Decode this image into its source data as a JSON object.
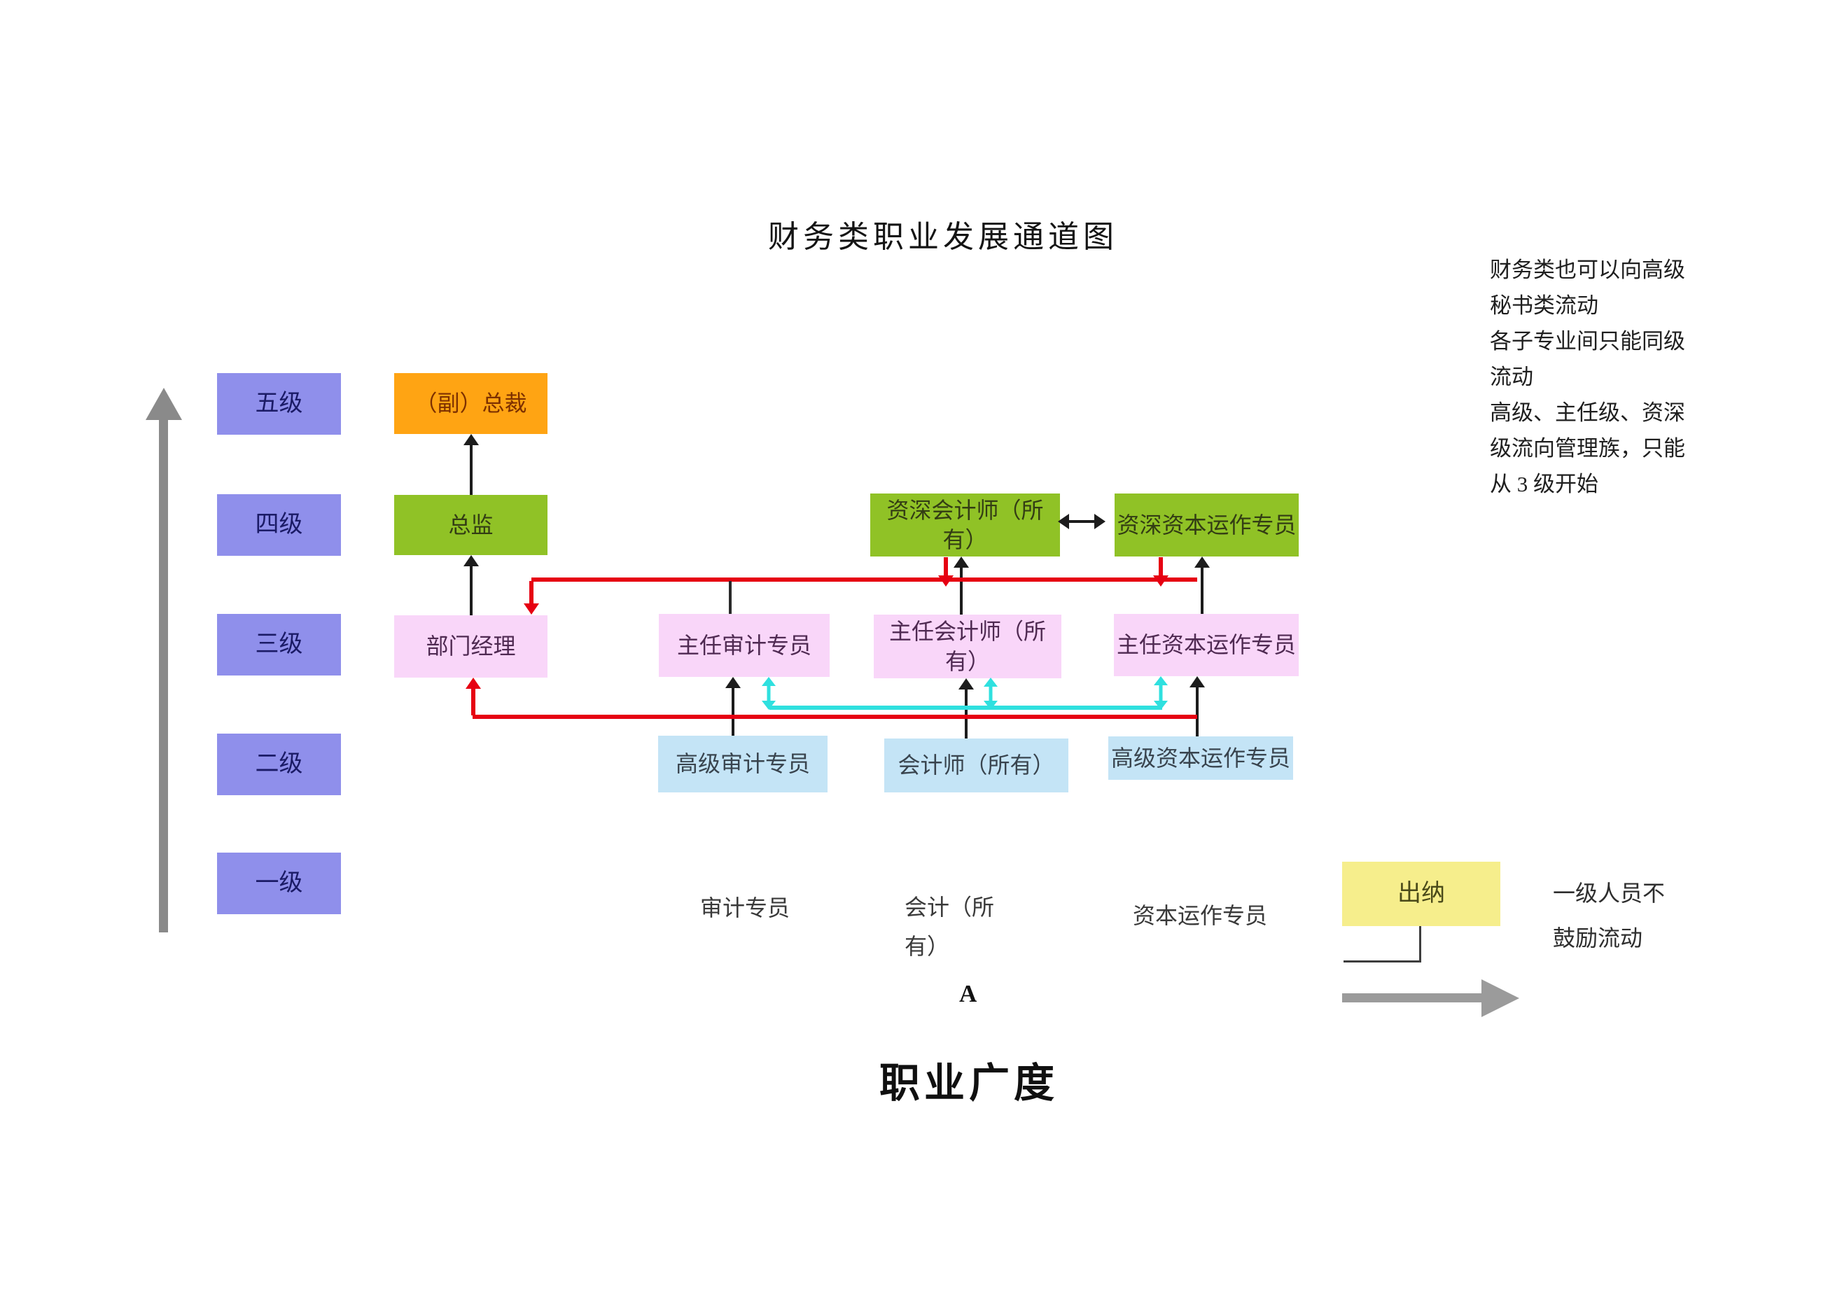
{
  "titles": {
    "main": "财务类职业发展通道图",
    "bottom": "职业广度"
  },
  "side_note": {
    "lines": [
      "财务类也可以向高级",
      "秘书类流动",
      "各子专业间只能同级",
      "流动",
      "高级、主任级、资深",
      "级流向管理族，只能",
      "从 3 级开始"
    ]
  },
  "levels": {
    "l5": "五级",
    "l4": "四级",
    "l3": "三级",
    "l2": "二级",
    "l1": "一级"
  },
  "boxes": {
    "vp": {
      "label": "（副）总裁"
    },
    "director": {
      "label": "总监"
    },
    "dept_manager": {
      "label": "部门经理"
    },
    "chief_auditor": {
      "label": "主任审计专员"
    },
    "chief_accountant": {
      "label": "主任会计师（所有）"
    },
    "chief_capital": {
      "label": "主任资本运作专员"
    },
    "expert_accountant": {
      "label": "资深会计师（所有）"
    },
    "expert_capital": {
      "label": "资深资本运作专员"
    },
    "senior_auditor": {
      "label": "高级审计专员"
    },
    "accountant_all": {
      "label": "会计师（所有）"
    },
    "senior_capital": {
      "label": "高级资本运作专员"
    },
    "cashier": {
      "label": "出纳"
    }
  },
  "floating_labels": {
    "auditor": "审计专员",
    "accountant": "会计（所有）",
    "capital_specialist": "资本运作专员",
    "marker_a": "A"
  },
  "footnote": {
    "lines": [
      "一级人员不",
      "鼓励流动"
    ]
  },
  "colors": {
    "purple": "#8F8FEB",
    "orange": "#FFA413",
    "green": "#90C226",
    "pink": "#F9D6F9",
    "blue": "#C4E4F6",
    "yellow": "#F6EE8C",
    "red": "#E60012",
    "cyan": "#2FE0DF",
    "gray": "#8A8A8A",
    "gray_light": "#9B9B9B",
    "ink": "#1C1C1C",
    "text_navy": "#1B1B66",
    "text_orange": "#7D3000",
    "text_green": "#333D14",
    "text_pink": "#4F2A52",
    "text_blue": "#39444E",
    "text_yellow": "#4A4A1A"
  }
}
